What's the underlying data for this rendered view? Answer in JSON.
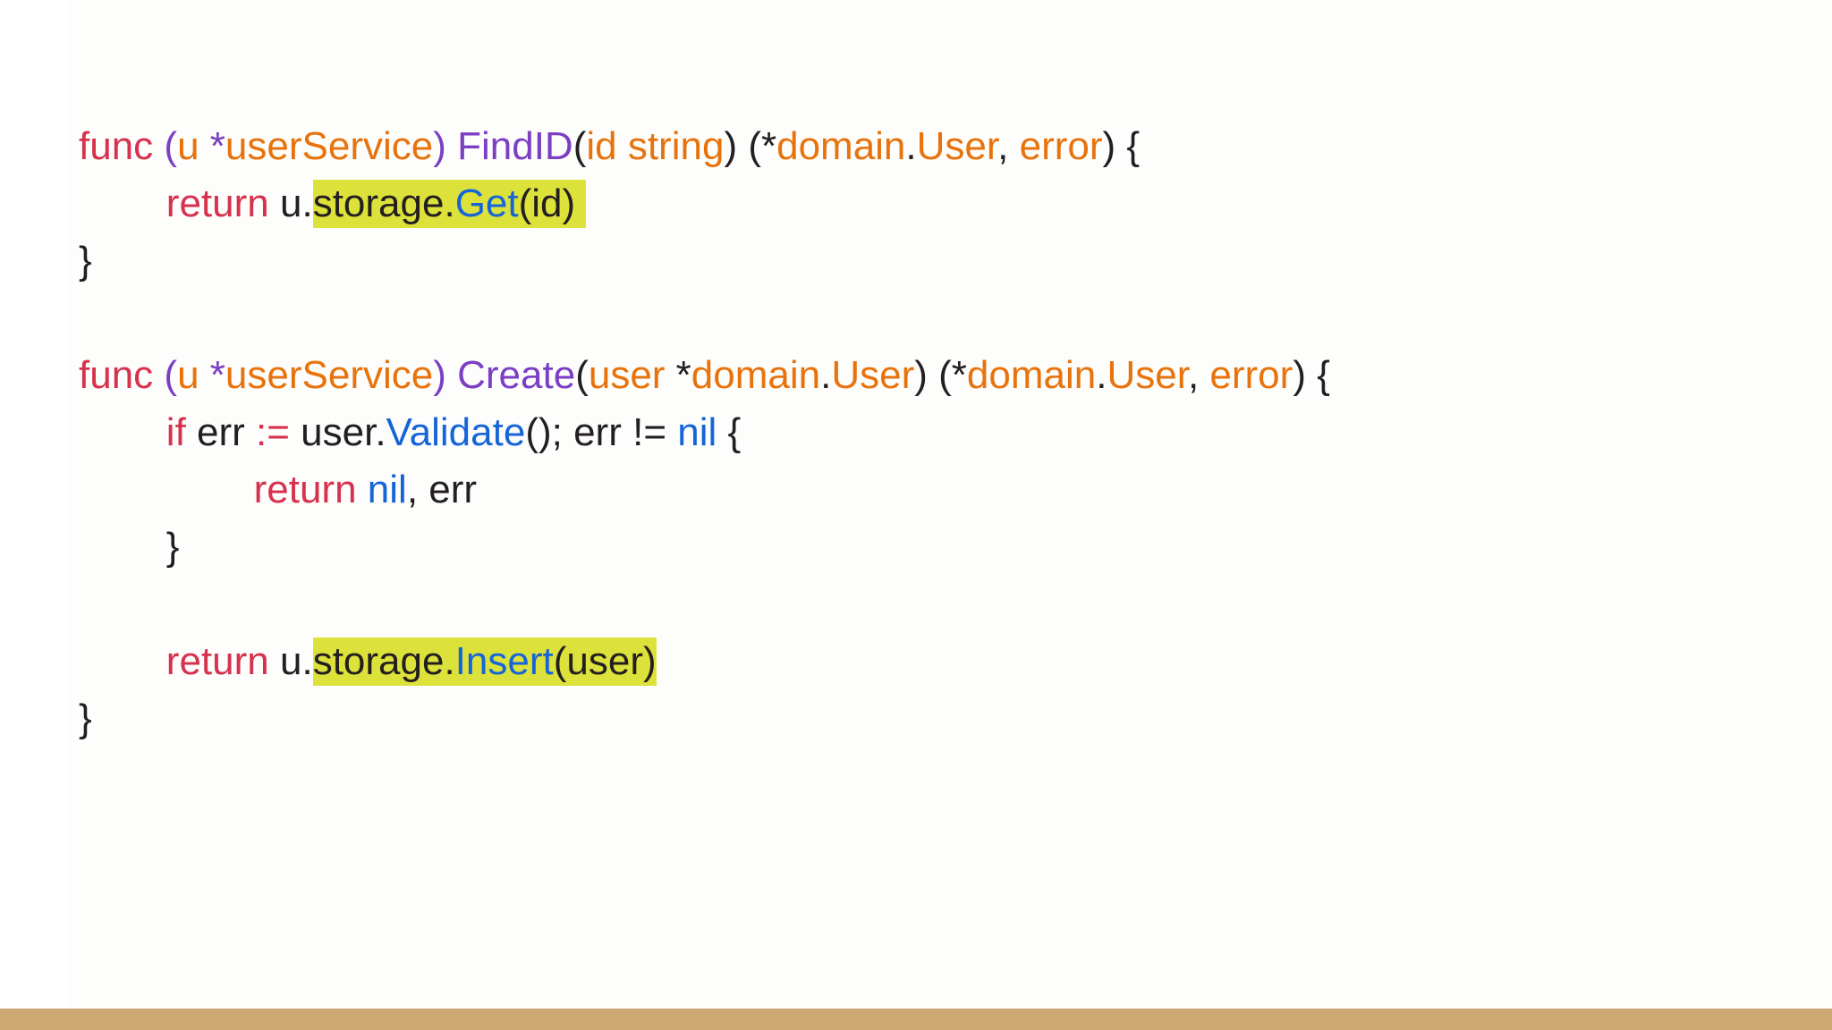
{
  "slide": {
    "background_color": "#ffffff",
    "panel_color": "#fdfdfc",
    "bottom_bar_color": "#cfa974",
    "highlight_color": "#dde23a",
    "language": "go",
    "palette": {
      "keyword": "#d6324e",
      "receiver_paren": "#7b3fc4",
      "type_identifier": "#e8730c",
      "function_name": "#7b3fc4",
      "method_call": "#1565d8",
      "nil_literal": "#1565d8",
      "operator": "#d6324e",
      "plain_text": "#231f20"
    }
  },
  "code": {
    "lines": [
      {
        "id": "line-1",
        "indent": 0,
        "text": "func (u *userService) FindID(id string) (*domain.User, error) {",
        "tokens": [
          {
            "t": "func",
            "c": "kw"
          },
          {
            "t": " ",
            "c": "plain"
          },
          {
            "t": "(",
            "c": "paren"
          },
          {
            "t": "u",
            "c": "type"
          },
          {
            "t": " ",
            "c": "plain"
          },
          {
            "t": "*",
            "c": "fn"
          },
          {
            "t": "userService",
            "c": "type"
          },
          {
            "t": ")",
            "c": "paren"
          },
          {
            "t": " ",
            "c": "plain"
          },
          {
            "t": "FindID",
            "c": "fn"
          },
          {
            "t": "(",
            "c": "plain"
          },
          {
            "t": "id string",
            "c": "type"
          },
          {
            "t": ")",
            "c": "plain"
          },
          {
            "t": " (*",
            "c": "plain"
          },
          {
            "t": "domain",
            "c": "type"
          },
          {
            "t": ".",
            "c": "plain"
          },
          {
            "t": "User",
            "c": "type"
          },
          {
            "t": ",",
            "c": "plain"
          },
          {
            "t": " ",
            "c": "plain"
          },
          {
            "t": "error",
            "c": "type"
          },
          {
            "t": ") {",
            "c": "plain"
          }
        ]
      },
      {
        "id": "line-2",
        "indent": 1,
        "text": "return u.storage.Get(id)",
        "highlighted_fragment": "storage.Get(id)",
        "tokens": [
          {
            "t": "return",
            "c": "kw"
          },
          {
            "t": " ",
            "c": "plain"
          },
          {
            "t": "u.",
            "c": "plain"
          },
          {
            "t": "storage",
            "c": "plain",
            "hl": true
          },
          {
            "t": ".",
            "c": "plain",
            "hl": true
          },
          {
            "t": "Get",
            "c": "call",
            "hl": true
          },
          {
            "t": "(id) ",
            "c": "plain",
            "hl": true
          }
        ]
      },
      {
        "id": "line-3",
        "indent": 0,
        "text": "}",
        "tokens": [
          {
            "t": "}",
            "c": "plain"
          }
        ]
      },
      {
        "id": "line-4",
        "indent": 0,
        "text": "",
        "tokens": []
      },
      {
        "id": "line-5",
        "indent": 0,
        "text": "func (u *userService) Create(user *domain.User) (*domain.User, error) {",
        "tokens": [
          {
            "t": "func",
            "c": "kw"
          },
          {
            "t": " ",
            "c": "plain"
          },
          {
            "t": "(",
            "c": "paren"
          },
          {
            "t": "u",
            "c": "type"
          },
          {
            "t": " ",
            "c": "plain"
          },
          {
            "t": "*",
            "c": "fn"
          },
          {
            "t": "userService",
            "c": "type"
          },
          {
            "t": ")",
            "c": "paren"
          },
          {
            "t": " ",
            "c": "plain"
          },
          {
            "t": "Create",
            "c": "fn"
          },
          {
            "t": "(",
            "c": "plain"
          },
          {
            "t": "user",
            "c": "type"
          },
          {
            "t": " *",
            "c": "plain"
          },
          {
            "t": "domain",
            "c": "type"
          },
          {
            "t": ".",
            "c": "plain"
          },
          {
            "t": "User",
            "c": "type"
          },
          {
            "t": ") (*",
            "c": "plain"
          },
          {
            "t": "domain",
            "c": "type"
          },
          {
            "t": ".",
            "c": "plain"
          },
          {
            "t": "User",
            "c": "type"
          },
          {
            "t": ",",
            "c": "plain"
          },
          {
            "t": " ",
            "c": "plain"
          },
          {
            "t": "error",
            "c": "type"
          },
          {
            "t": ") {",
            "c": "plain"
          }
        ]
      },
      {
        "id": "line-6",
        "indent": 1,
        "text": "if err := user.Validate(); err != nil {",
        "tokens": [
          {
            "t": "if",
            "c": "kw"
          },
          {
            "t": " err ",
            "c": "plain"
          },
          {
            "t": ":=",
            "c": "op"
          },
          {
            "t": " user.",
            "c": "plain"
          },
          {
            "t": "Validate",
            "c": "call"
          },
          {
            "t": "(); err ",
            "c": "plain"
          },
          {
            "t": "!=",
            "c": "plain"
          },
          {
            "t": " ",
            "c": "plain"
          },
          {
            "t": "nil",
            "c": "nil"
          },
          {
            "t": " {",
            "c": "plain"
          }
        ]
      },
      {
        "id": "line-7",
        "indent": 2,
        "text": "return nil, err",
        "tokens": [
          {
            "t": "return",
            "c": "kw"
          },
          {
            "t": " ",
            "c": "plain"
          },
          {
            "t": "nil",
            "c": "nil"
          },
          {
            "t": ", err",
            "c": "plain"
          }
        ]
      },
      {
        "id": "line-8",
        "indent": 1,
        "text": "}",
        "tokens": [
          {
            "t": "}",
            "c": "plain"
          }
        ]
      },
      {
        "id": "line-9",
        "indent": 0,
        "text": "",
        "tokens": []
      },
      {
        "id": "line-10",
        "indent": 1,
        "text": "return u.storage.Insert(user)",
        "highlighted_fragment": "storage.Insert(user)",
        "tokens": [
          {
            "t": "return",
            "c": "kw"
          },
          {
            "t": " ",
            "c": "plain"
          },
          {
            "t": "u.",
            "c": "plain"
          },
          {
            "t": "storage",
            "c": "plain",
            "hl": true
          },
          {
            "t": ".",
            "c": "plain",
            "hl": true
          },
          {
            "t": "Insert",
            "c": "call",
            "hl": true
          },
          {
            "t": "(user)",
            "c": "plain",
            "hl": true
          }
        ]
      },
      {
        "id": "line-11",
        "indent": 0,
        "text": "}",
        "tokens": [
          {
            "t": "}",
            "c": "plain"
          }
        ]
      }
    ]
  }
}
